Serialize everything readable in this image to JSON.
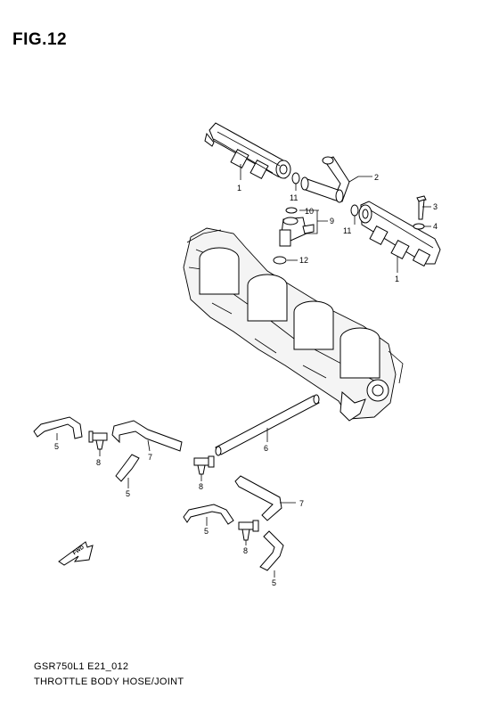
{
  "figure_title": "FIG.12",
  "footer": {
    "model_code": "GSR750L1 E21_012",
    "caption": "THROTTLE BODY HOSE/JOINT"
  },
  "fwd_marker": "FWD",
  "part_labels": {
    "fuel_rail_left": "1",
    "fuel_rail_right": "1",
    "fuel_hose_top": "2",
    "bolt": "3",
    "washer": "4",
    "hose_left_upper": "5",
    "hose_left_lower": "5",
    "hose_bottom_left": "5",
    "hose_bottom_right": "5",
    "long_hose": "6",
    "hose_middle": "7",
    "hose_bottom": "7",
    "joint_left": "8",
    "joint_middle": "8",
    "joint_bottom": "8",
    "injector_assy": "9",
    "o_ring_injector": "10",
    "o_ring_left": "11",
    "o_ring_right": "11",
    "cushion": "12"
  }
}
